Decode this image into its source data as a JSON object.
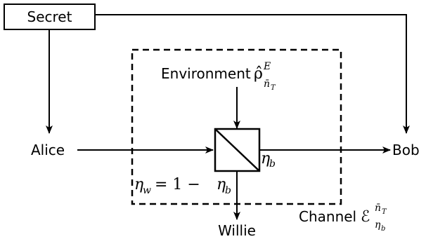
{
  "nodes": {
    "secret": "Secret",
    "alice": "Alice",
    "bob": "Bob",
    "willie": "Willie",
    "environment": "Environment",
    "channel": "Channel"
  },
  "math": {
    "environment_state": {
      "base": "ρ̂",
      "sup": "E",
      "sub": "n̄",
      "subsub": "T"
    },
    "eta_b": {
      "base": "η",
      "sub": "b"
    },
    "eta_w_equation": {
      "lhs_base": "η",
      "lhs_sub": "w",
      "middle": " = 1 − ",
      "rhs_base": "η",
      "rhs_sub": "b"
    },
    "channel_map": {
      "base": "ℰ",
      "sup": "n̄",
      "supsub": "T",
      "sub": "η",
      "subsub": "b"
    }
  },
  "colors": {
    "stroke": "#000000",
    "background": "#ffffff"
  }
}
